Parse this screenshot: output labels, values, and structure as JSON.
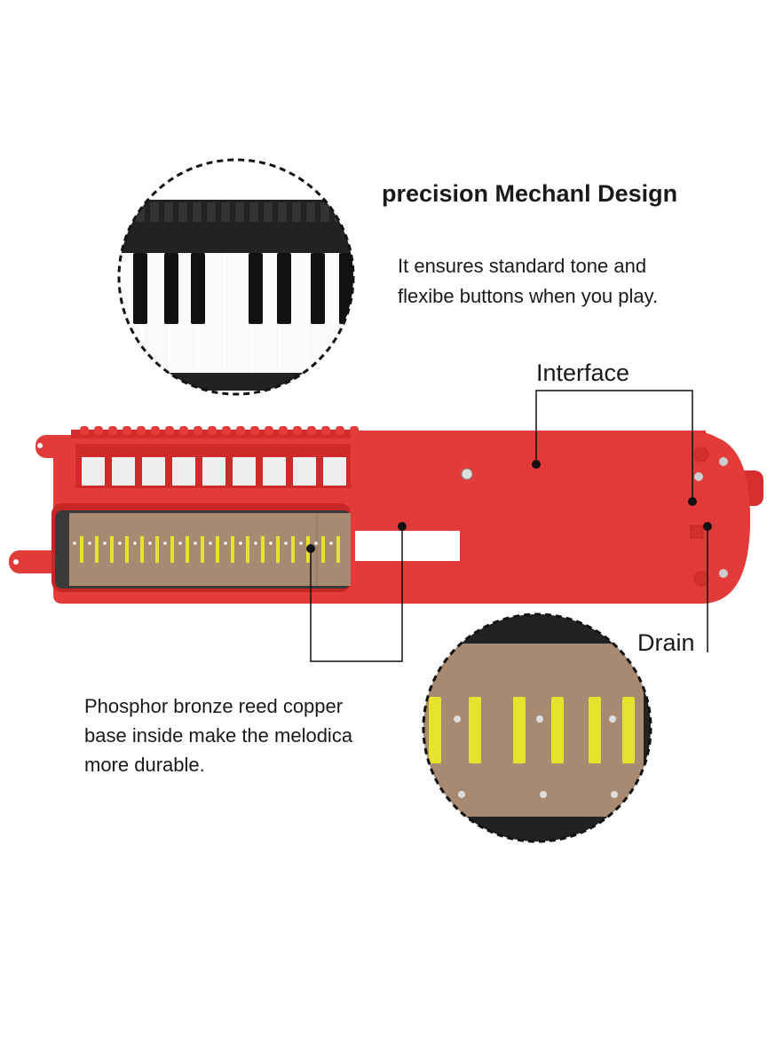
{
  "heading": {
    "title": "precision Mechanl Design",
    "line1": "It ensures standard tone and",
    "line2": "flexibe buttons when you play."
  },
  "labels": {
    "interface": "Interface",
    "drain": "Drain"
  },
  "reed_description": {
    "line1": "Phosphor bronze reed copper",
    "line2": "base inside make the melodica",
    "line3": "more durable."
  },
  "colors": {
    "body_red": "#e33a3a",
    "reed_plate": "#a88a73",
    "reed_yellow": "#e6e22e"
  }
}
